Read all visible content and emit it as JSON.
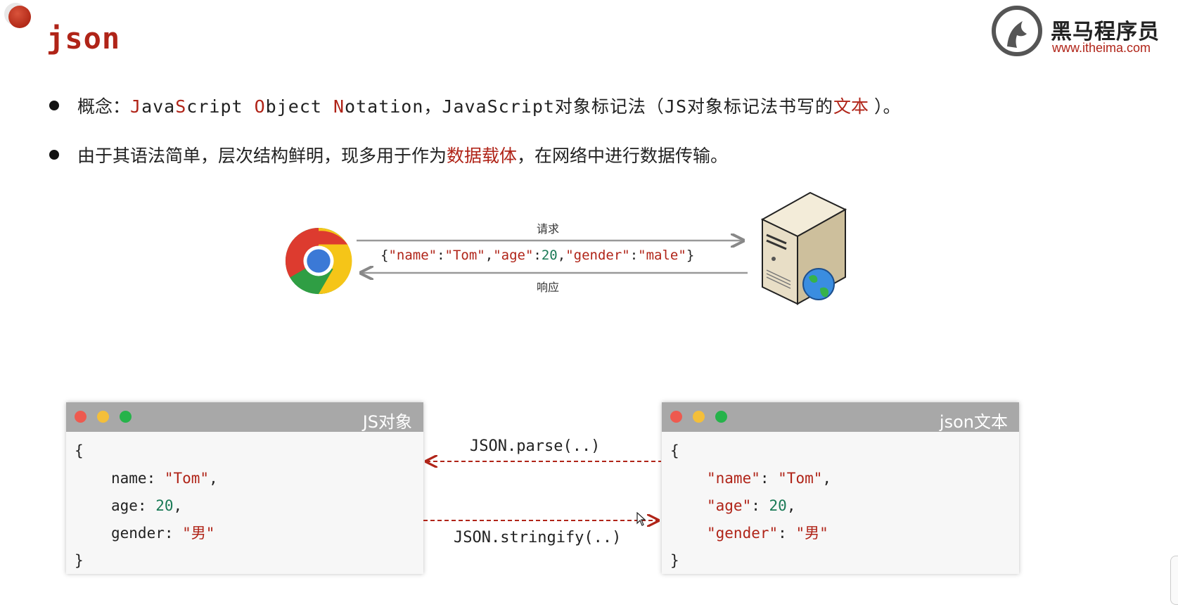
{
  "title": "json",
  "logo": {
    "name_cn": "黑马程序员",
    "url": "www.itheima.com"
  },
  "bullets": {
    "b1": {
      "prefix": "概念：",
      "p1_red": "J",
      "p1": "ava",
      "p2_red": "S",
      "p2": "cript ",
      "p3_red": "O",
      "p3": "bject ",
      "p4_red": "N",
      "p4": "otation，JavaScript对象标记法（JS对象标记法书写的",
      "red_text": "文本",
      "suffix": " ）。"
    },
    "b2": {
      "prefix": "由于其语法简单，层次结构鲜明，现多用于作为",
      "red_text": "数据载体",
      "suffix": "，在网络中进行数据传输。"
    }
  },
  "transfer": {
    "request_label": "请求",
    "response_label": "响应",
    "json_text": {
      "open": "{",
      "k1": "\"name\"",
      "c1": ":",
      "v1": "\"Tom\"",
      "s1": ",",
      "k2": "\"age\"",
      "c2": ":",
      "v2": "20",
      "s2": ",",
      "k3": "\"gender\"",
      "c3": ":",
      "v3": "\"male\"",
      "close": "}"
    },
    "icons": {
      "client": "chrome-browser-icon",
      "server": "web-server-icon"
    }
  },
  "windows": {
    "left": {
      "title": "JS对象",
      "open": "{",
      "k1": "name: ",
      "v1": "\"Tom\"",
      "e1": ",",
      "k2": "age: ",
      "v2": "20",
      "e2": ",",
      "k3": "gender: ",
      "v3": "\"男\"",
      "close": "}"
    },
    "right": {
      "title": "json文本",
      "open": "{",
      "k1": "\"name\"",
      "c1": ": ",
      "v1": "\"Tom\"",
      "e1": ",",
      "k2": "\"age\"",
      "c2": ": ",
      "v2": "20",
      "e2": ",",
      "k3": "\"gender\"",
      "c3": ": ",
      "v3": "\"男\"",
      "close": "}"
    }
  },
  "conversions": {
    "parse": "JSON.parse(..)",
    "stringify": "JSON.stringify(..)"
  },
  "colors": {
    "accent_red": "#b02418",
    "number_green": "#1a7a56",
    "window_bar": "#a8a8a8"
  }
}
